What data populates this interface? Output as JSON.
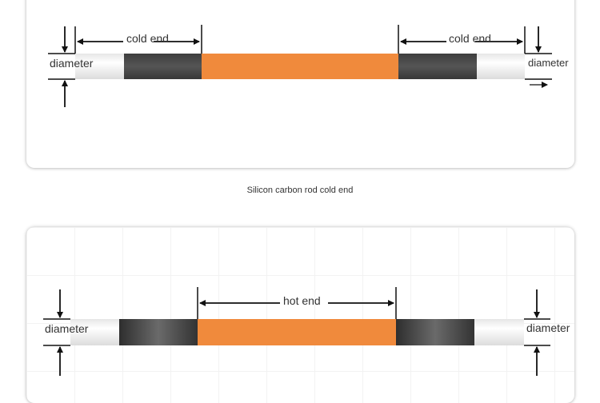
{
  "diagram1": {
    "left_label": "cold end",
    "right_label": "cold end",
    "left_diameter": "diameter",
    "right_diameter": "diameter"
  },
  "caption": "Silicon carbon rod cold end",
  "diagram2": {
    "center_label": "hot end",
    "left_diameter": "diameter",
    "right_diameter": "diameter"
  },
  "colors": {
    "hot_zone": "#f08a3c",
    "cold_zone": "#4a4a4a",
    "terminal": "#ffffff"
  }
}
